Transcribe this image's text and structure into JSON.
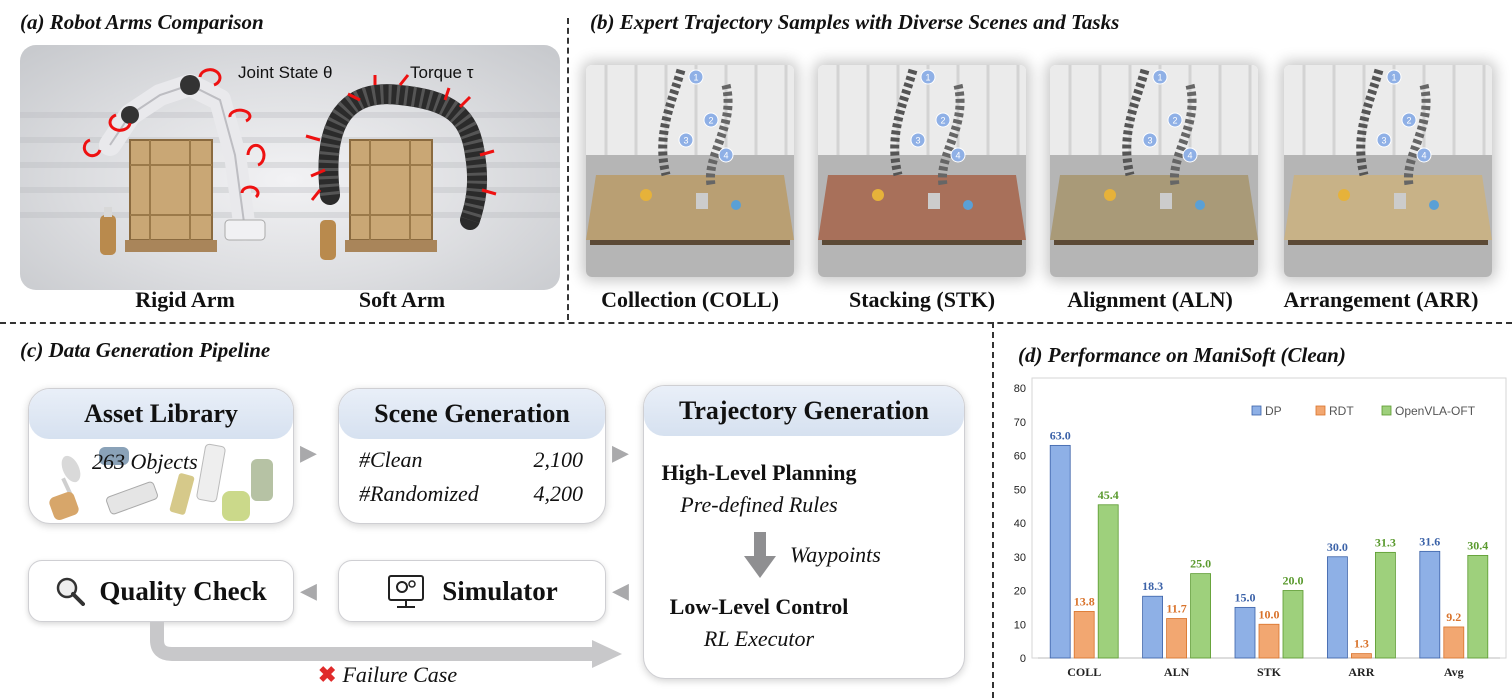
{
  "panels": {
    "a_title": "(a) Robot Arms Comparison",
    "b_title": "(b) Expert Trajectory Samples with Diverse Scenes and Tasks",
    "c_title": "(c) Data Generation Pipeline",
    "d_title": "(d) Performance on ManiSoft (Clean)"
  },
  "arms": {
    "joint_state_label": "Joint State θ",
    "torque_label": "Torque τ",
    "rigid_label": "Rigid Arm",
    "soft_label": "Soft Arm"
  },
  "scenes": [
    {
      "label": "Collection (COLL)",
      "table_color": "#b99f73"
    },
    {
      "label": "Stacking (STK)",
      "table_color": "#a8705a"
    },
    {
      "label": "Alignment (ALN)",
      "table_color": "#a99a78"
    },
    {
      "label": "Arrangement (ARR)",
      "table_color": "#c8b287"
    }
  ],
  "waypoint_numbers": [
    "1",
    "2",
    "3",
    "4"
  ],
  "pipeline": {
    "asset_library": {
      "title": "Asset Library",
      "count": "263 Objects"
    },
    "scene_generation": {
      "title": "Scene Generation",
      "rows": [
        {
          "name": "#Clean",
          "value": "2,100"
        },
        {
          "name": "#Randomized",
          "value": "4,200"
        }
      ]
    },
    "trajectory_generation": {
      "title": "Trajectory Generation",
      "high_title": "High-Level Planning",
      "high_sub": "Pre-defined Rules",
      "waypoints": "Waypoints",
      "low_title": "Low-Level Control",
      "low_sub": "RL Executor"
    },
    "quality_check": "Quality Check",
    "simulator": "Simulator",
    "failure_case": "Failure Case"
  },
  "chart_data": {
    "type": "bar",
    "categories": [
      "COLL",
      "ALN",
      "STK",
      "ARR",
      "Avg"
    ],
    "series": [
      {
        "name": "DP",
        "values": [
          63.0,
          18.3,
          15.0,
          30.0,
          31.6
        ],
        "color": "#8eb0e6",
        "label_color": "#3b62a8"
      },
      {
        "name": "RDT",
        "values": [
          13.8,
          11.7,
          10.0,
          1.3,
          9.2
        ],
        "color": "#f2a771",
        "label_color": "#d9732b"
      },
      {
        "name": "OpenVLA-OFT",
        "values": [
          45.4,
          25.0,
          20.0,
          31.3,
          30.4
        ],
        "color": "#9ed07c",
        "label_color": "#5a9a2e"
      }
    ],
    "ylim": [
      0,
      80
    ],
    "yticks": [
      "0",
      "10",
      "20",
      "30",
      "40",
      "50",
      "60",
      "70",
      "80"
    ],
    "legend_position": "top-right",
    "grid": false
  }
}
